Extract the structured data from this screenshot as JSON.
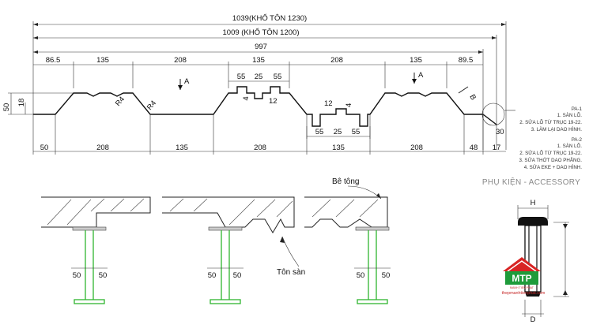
{
  "widths": {
    "khotton_1230": "1039(KHỔ TÔN 1230)",
    "khotton_1200": "1009 (KHỔ TÔN 1200)",
    "effective": "997"
  },
  "top_dims": [
    "86.5",
    "135",
    "208",
    "135",
    "208",
    "135",
    "89.5"
  ],
  "bottom_dims": [
    "50",
    "208",
    "135",
    "208",
    "135",
    "208",
    "48",
    "17"
  ],
  "height_dims": {
    "total": "50",
    "lip": "18",
    "side": "30"
  },
  "rib_top": [
    "55",
    "25",
    "55",
    "4",
    "12"
  ],
  "rib_bottom": [
    "55",
    "25",
    "55",
    "12",
    "4"
  ],
  "radius_labels": [
    "R4",
    "R4"
  ],
  "section_labels": [
    "A",
    "A",
    "B"
  ],
  "notes": {
    "pa1": {
      "title": "PA-1",
      "items": [
        "1. SÀN LÕ.",
        "2. SỬA LÕ TỪ TRỤC 19-22.",
        "3. LÀM LẠI DAO HÌNH."
      ]
    },
    "pa2": {
      "title": "PA-2",
      "items": [
        "1. SÀN LÕ.",
        "2. SỬA LÕ TỪ TRỤC 19-22.",
        "3. SỬA THỚT DAO PHẲNG.",
        "4. SỬA EKE + DAO HÌNH."
      ]
    }
  },
  "accessory_label": "PHỤ KIỆN - ACCESSORY",
  "concrete_label": "Bê tông",
  "deck_label": "Tôn sàn",
  "support_dims": [
    "50",
    "50",
    "50",
    "50",
    "50",
    "50"
  ],
  "accessory_dims": {
    "head": "H",
    "shank": "D"
  },
  "logo": {
    "text": "MTP",
    "url": "thepmanhtienphat.com",
    "subtitle": "MANH TIEN PHAT"
  }
}
